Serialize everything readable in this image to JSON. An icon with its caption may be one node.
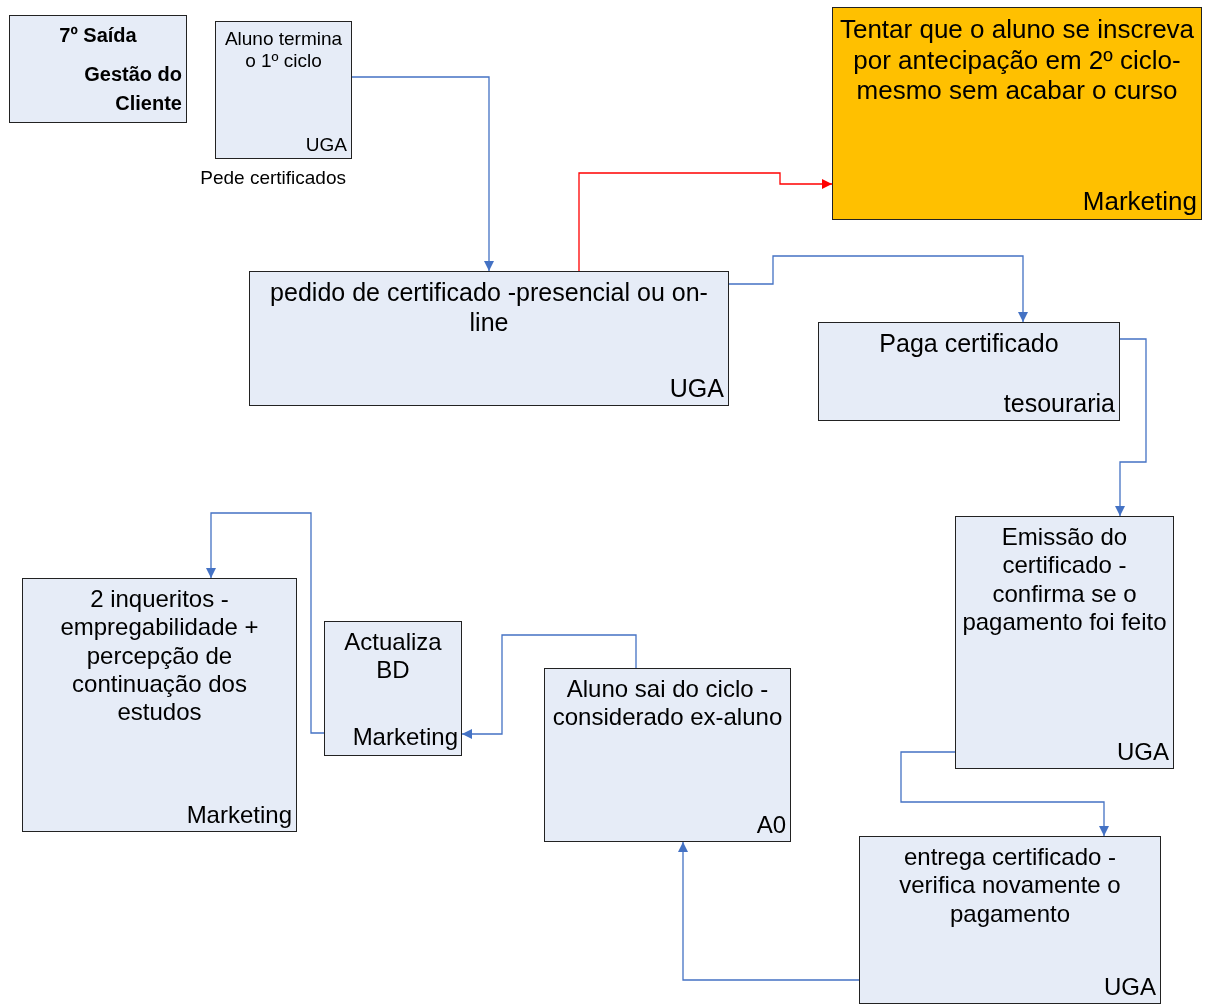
{
  "diagram": {
    "nodes": [
      {
        "text": [
          "7º Saída",
          "Gestão do Cliente"
        ]
      },
      {
        "text": [
          "Aluno termina o 1º ciclo",
          "UGA"
        ],
        "beside": [
          "Pede certificados"
        ]
      },
      {
        "text": [
          "pedido de certificado -presencial ou on-line",
          "UGA"
        ]
      },
      {
        "text": [
          "Tentar que o aluno se inscreva por antecipação em 2º ciclo-mesmo sem acabar o curso",
          "Marketing"
        ]
      },
      {
        "text": [
          "Paga certificado",
          "tesouraria"
        ]
      },
      {
        "text": [
          "Emissão do certificado - confirma se o pagamento foi feito",
          "UGA"
        ]
      },
      {
        "text": [
          "entrega certificado - verifica novamente o pagamento",
          "UGA"
        ]
      },
      {
        "text": [
          "Aluno sai do ciclo - considerado ex-aluno",
          "A0"
        ]
      },
      {
        "text": [
          "Actualiza BD",
          "Marketing"
        ]
      },
      {
        "text": [
          "2 inqueritos - empregabilidade + percepção de continuação dos estudos",
          "Marketing"
        ]
      }
    ],
    "edges": [
      {
        "from": 1,
        "to": 2,
        "arrow": "to"
      },
      {
        "from": 2,
        "to": 3,
        "arrow": "to",
        "color": "#ff0000"
      },
      {
        "from": 2,
        "to": 4,
        "arrow": "to"
      },
      {
        "from": 4,
        "to": 5,
        "arrow": "to"
      },
      {
        "from": 5,
        "to": 6,
        "arrow": "to"
      },
      {
        "from": 6,
        "to": 7,
        "arrow": "to"
      },
      {
        "from": 7,
        "to": 8,
        "arrow": "to"
      },
      {
        "from": 8,
        "to": 9,
        "arrow": "to"
      }
    ]
  }
}
